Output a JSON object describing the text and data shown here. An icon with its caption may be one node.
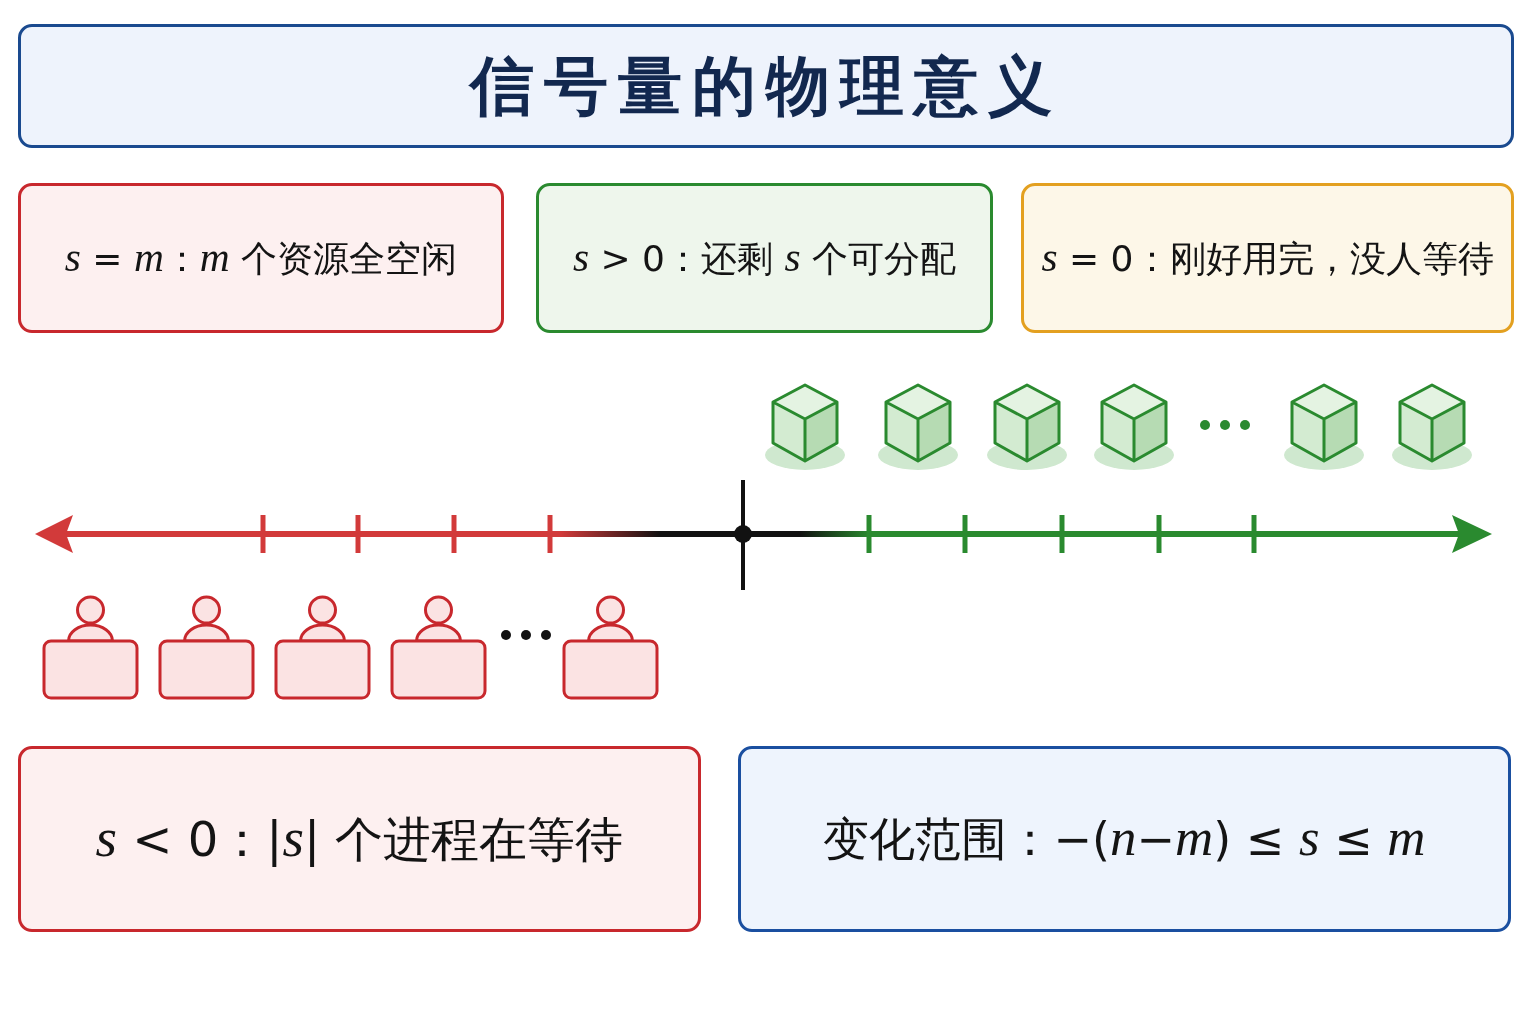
{
  "diagram": {
    "title": "信号量的物理意义",
    "nodes": [
      {
        "text": [
          "*s* = *m*：*m* 个资源全空闲"
        ]
      },
      {
        "text": [
          "*s* > 0：还剩 *s* 个可分配"
        ]
      },
      {
        "text": [
          "*s* = 0：刚好用完，没人等待"
        ]
      },
      {
        "text": [
          "*s* < 0：|*s*| 个进程在等待"
        ]
      },
      {
        "text": [
          "变化范围：−(*n*−*m*) ≤ *s* ≤ *m*"
        ]
      }
    ]
  }
}
